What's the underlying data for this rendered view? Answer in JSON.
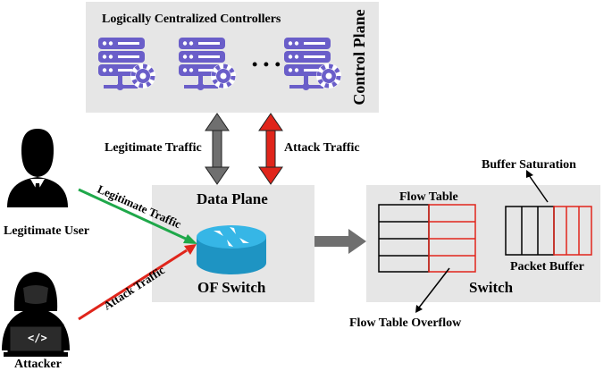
{
  "control_plane": {
    "title": "Logically Centralized Controllers",
    "side_label": "Control Plane",
    "ellipsis": "• • •"
  },
  "links": {
    "legitimate_up": "Legitimate Traffic",
    "attack_up": "Attack Traffic",
    "legitimate_in": "Legitimate Traffic",
    "attack_in": "Attack Traffic"
  },
  "data_plane": {
    "title": "Data Plane",
    "switch_label": "OF Switch"
  },
  "actors": {
    "user_label": "Legitimate User",
    "attacker_label": "Attacker",
    "laptop_glyph": "</>"
  },
  "switch_detail": {
    "label": "Switch",
    "flow_table_label": "Flow Table",
    "packet_buffer_label": "Packet Buffer",
    "buffer_saturation": "Buffer Saturation",
    "flow_table_overflow": "Flow Table Overflow"
  },
  "colors": {
    "panel": "#e6e6e6",
    "server": "#6a5ec9",
    "router": "#29aee0",
    "legit_link": "#1fa84a",
    "attack_link": "#e0251b",
    "gray_arrow": "#6f6f6f"
  }
}
